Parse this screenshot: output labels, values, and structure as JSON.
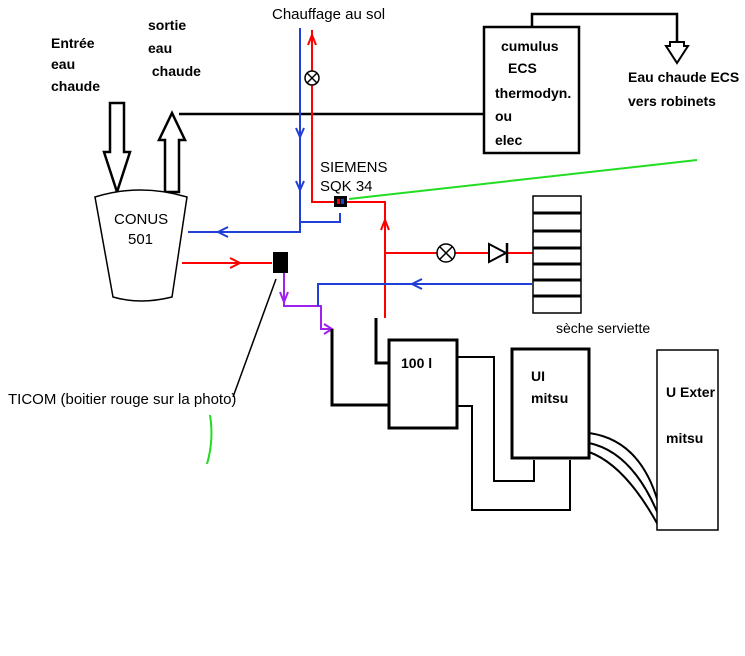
{
  "labels": {
    "floor_heating": "Chauffage au sol",
    "hot_water_in": [
      "Entrée",
      "eau",
      "chaude"
    ],
    "hot_water_out": [
      "sortie",
      "eau",
      " chaude"
    ],
    "conus": [
      "CONUS",
      "501"
    ],
    "cumulus": [
      "cumulus",
      "ECS",
      "thermodyn.",
      "ou",
      "elec"
    ],
    "ecs_out": [
      "Eau chaude ECS",
      "vers robinets"
    ],
    "siemens": [
      "SIEMENS",
      "SQK 34"
    ],
    "ticom": "TICOM (boitier rouge sur la photo)",
    "towel_dryer": "sèche serviette",
    "tank": "100 l",
    "ui": [
      "UI",
      "mitsu"
    ],
    "u_ext": [
      "U Exter",
      "mitsu"
    ]
  },
  "colors": {
    "hot": "#ff0000",
    "cold": "#1f3fd6",
    "mix": "#a020f0",
    "signal": "#22dd22",
    "line": "#000000"
  }
}
